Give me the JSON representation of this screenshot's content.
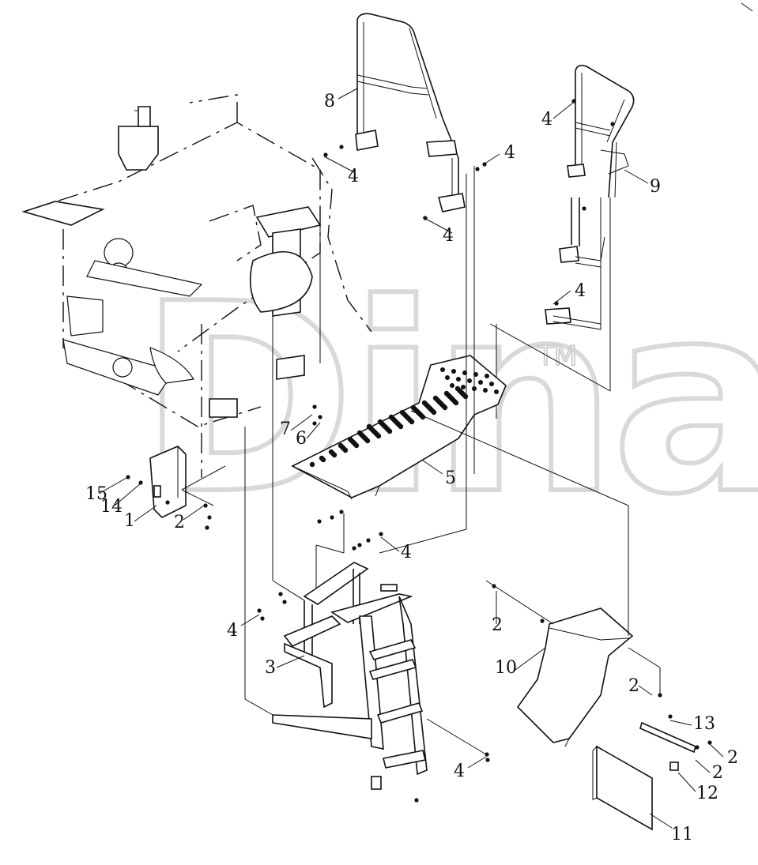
{
  "watermark": {
    "text": "Dinap",
    "trademark": "TM"
  },
  "callouts": [
    {
      "id": "8",
      "text": "8"
    },
    {
      "id": "4a",
      "text": "4"
    },
    {
      "id": "4b",
      "text": "4"
    },
    {
      "id": "4c",
      "text": "4"
    },
    {
      "id": "4d",
      "text": "4"
    },
    {
      "id": "9",
      "text": "9"
    },
    {
      "id": "4e",
      "text": "4"
    },
    {
      "id": "7",
      "text": "7"
    },
    {
      "id": "6",
      "text": "6"
    },
    {
      "id": "5",
      "text": "5"
    },
    {
      "id": "15",
      "text": "15"
    },
    {
      "id": "14",
      "text": "14"
    },
    {
      "id": "1",
      "text": "1"
    },
    {
      "id": "2a",
      "text": "2"
    },
    {
      "id": "4f",
      "text": "4"
    },
    {
      "id": "4g",
      "text": "4"
    },
    {
      "id": "3",
      "text": "3"
    },
    {
      "id": "2b",
      "text": "2"
    },
    {
      "id": "10",
      "text": "10"
    },
    {
      "id": "2c",
      "text": "2"
    },
    {
      "id": "13",
      "text": "13"
    },
    {
      "id": "2d",
      "text": "2"
    },
    {
      "id": "2e",
      "text": "2"
    },
    {
      "id": "12",
      "text": "12"
    },
    {
      "id": "4h",
      "text": "4"
    },
    {
      "id": "11",
      "text": "11"
    }
  ]
}
